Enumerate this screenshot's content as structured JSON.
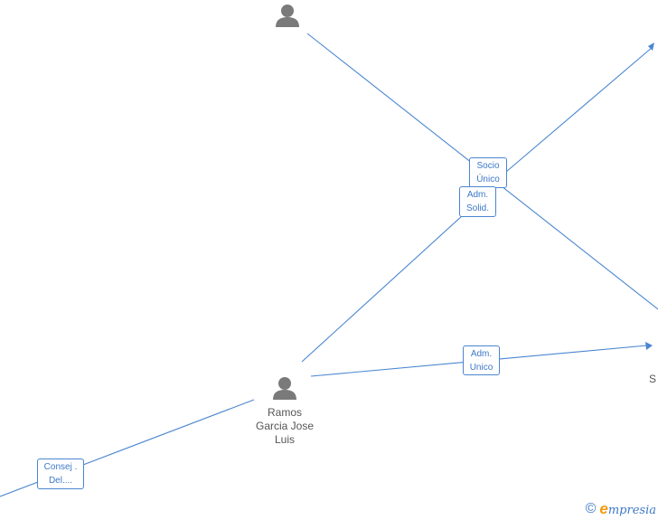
{
  "nodes": {
    "top_person": {
      "label": ""
    },
    "center_person": {
      "label": "Ramos\nGarcia Jose\nLuis"
    },
    "right_partial": {
      "label": "S"
    }
  },
  "edge_labels": {
    "socio_unico": "Socio\nÚnico",
    "adm_solid": "Adm.\nSolid.",
    "adm_unico": "Adm.\nUnico",
    "consej_del": "Consej .\nDel...."
  },
  "watermark": {
    "symbol": "©",
    "brand_initial": "e",
    "brand_rest": "mpresia"
  },
  "colors": {
    "edge": "#4a86d0",
    "person_icon": "#7a7a7a",
    "accent": "#f39c12"
  }
}
